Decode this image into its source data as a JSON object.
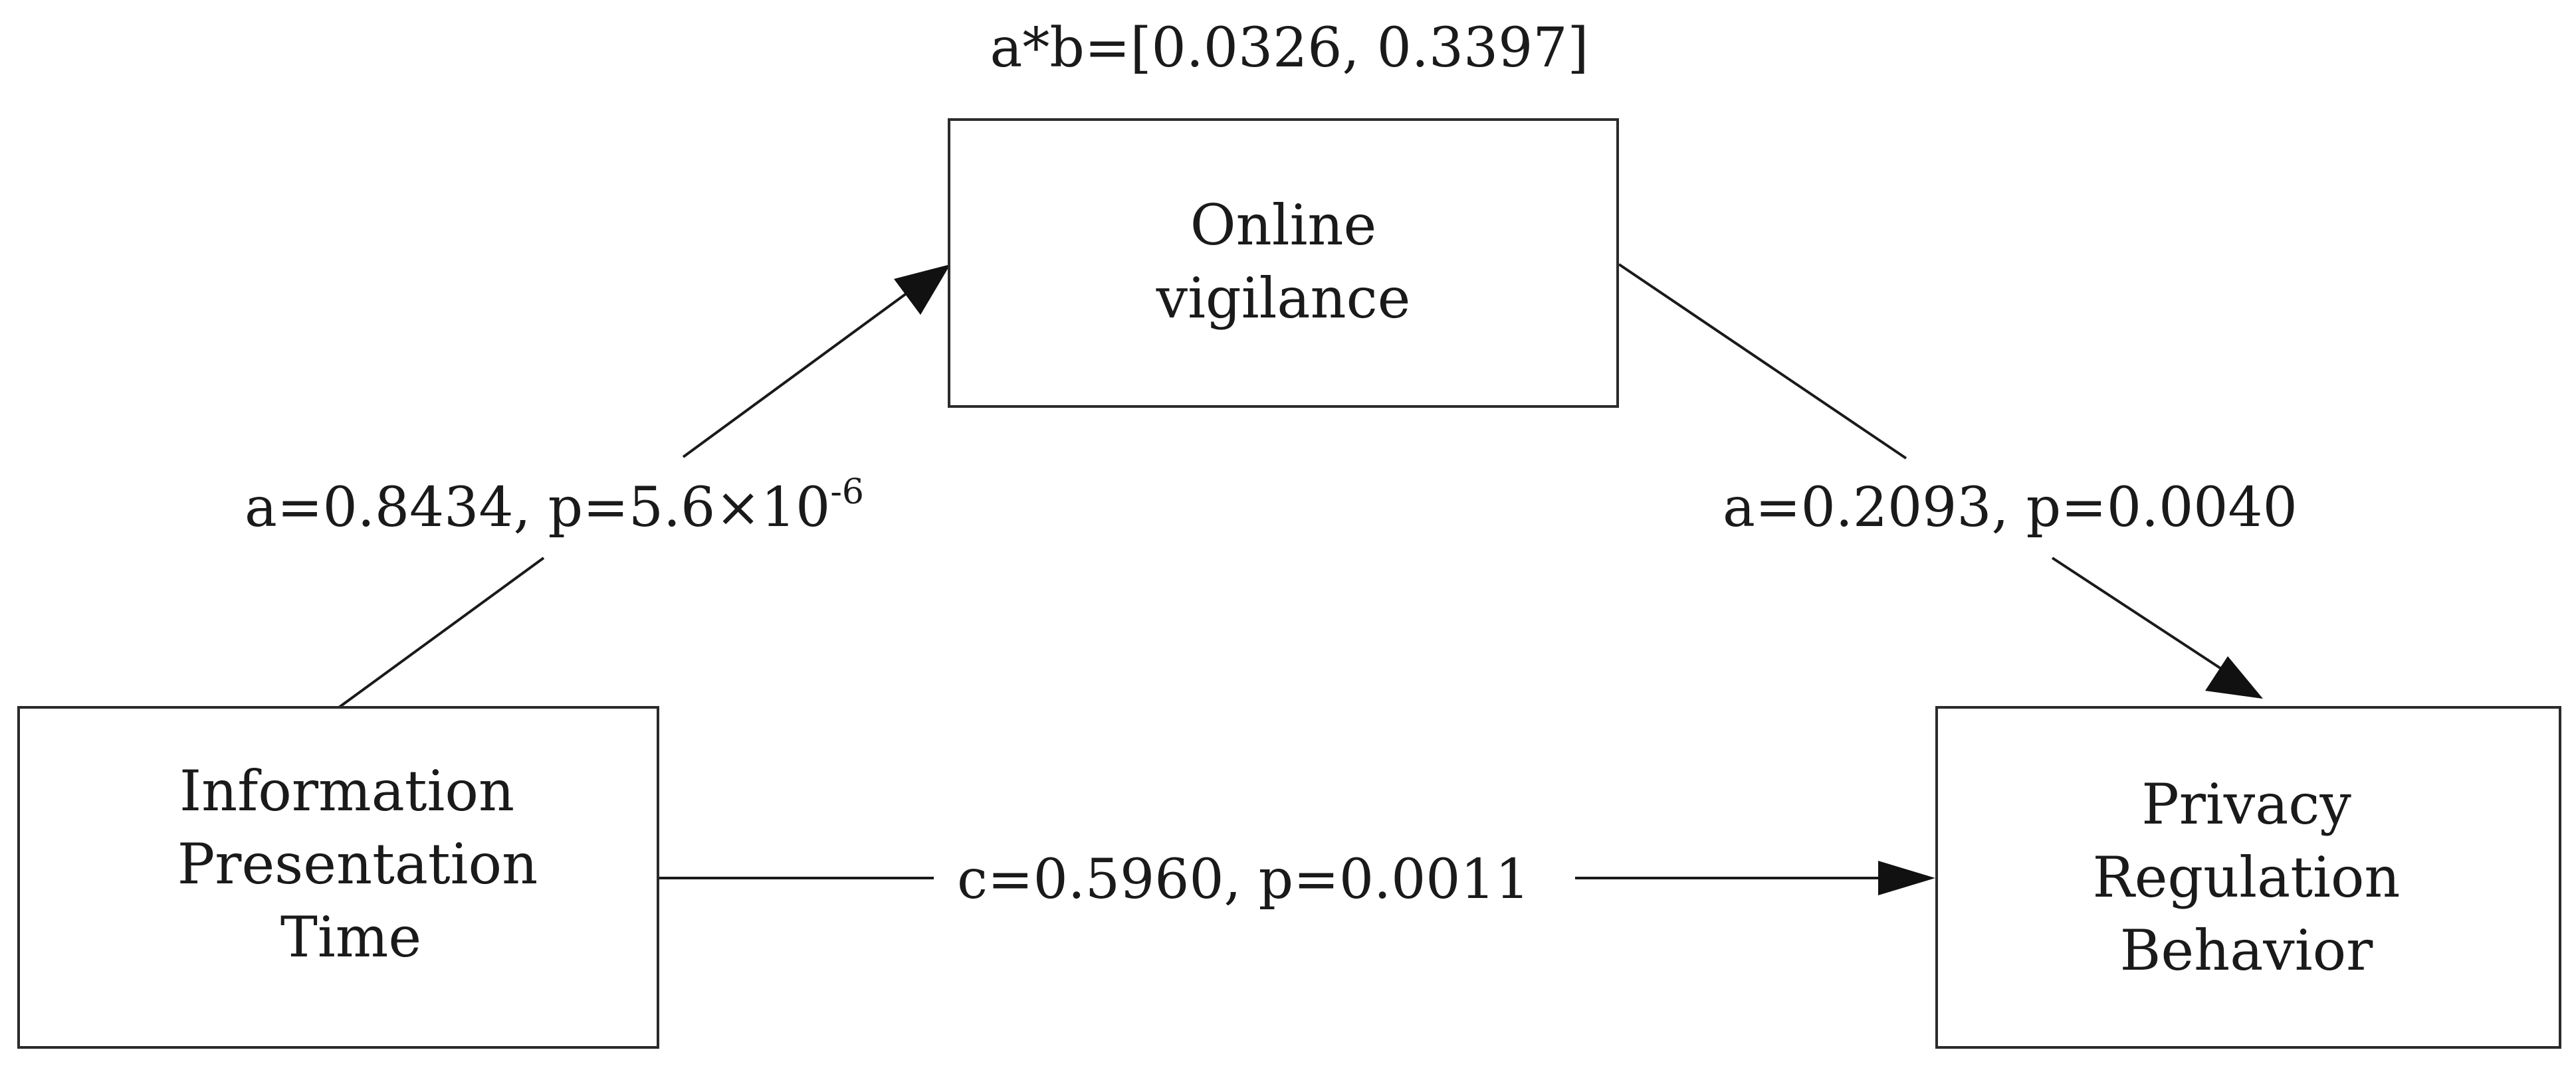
{
  "diagram": {
    "indirect_effect": "a*b=[0.0326, 0.3397]",
    "nodes": {
      "mediator": {
        "lines": [
          "Online",
          "vigilance"
        ]
      },
      "independent": {
        "lines": [
          "Information",
          "Presentation",
          "Time"
        ]
      },
      "dependent": {
        "lines": [
          "Privacy",
          "Regulation",
          "Behavior"
        ]
      }
    },
    "paths": {
      "a": {
        "main": "a=0.8434, p=5.6×10",
        "superscript": "-6"
      },
      "b": {
        "label": "a=0.2093, p=0.0040"
      },
      "c": {
        "label": "c=0.5960, p=0.0011"
      }
    }
  }
}
